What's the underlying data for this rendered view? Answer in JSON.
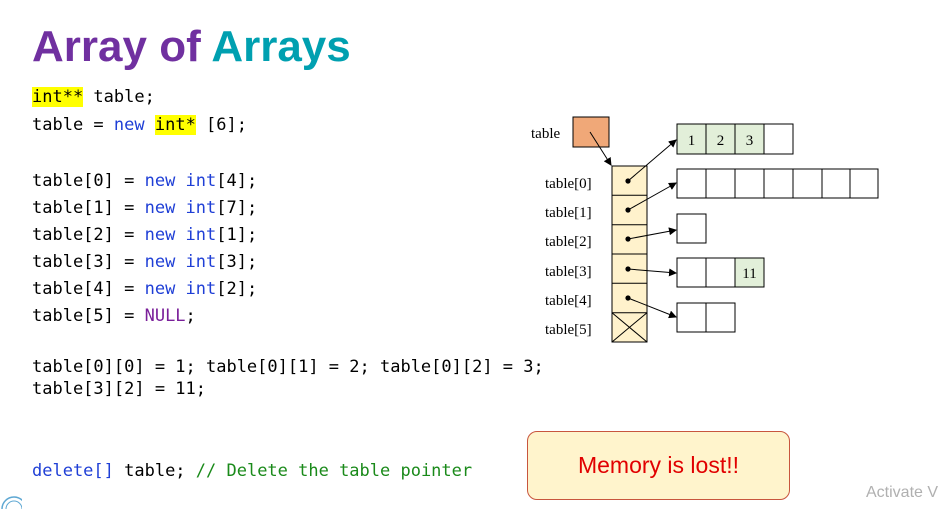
{
  "title": {
    "part1": "Array of ",
    "part2": "Arrays",
    "color1": "#7030a0",
    "color2": "#00a0b0"
  },
  "code": {
    "line1": {
      "type": "int**",
      "rest": " table;"
    },
    "line2": {
      "pre": "table = ",
      "kw": "new",
      "sp": " ",
      "type": "int*",
      "rest": " [6];"
    },
    "allocs": [
      {
        "lhs": "table[0] = ",
        "kw": "new",
        "type": " int",
        "rest": "[4];"
      },
      {
        "lhs": "table[1] = ",
        "kw": "new",
        "type": " int",
        "rest": "[7];"
      },
      {
        "lhs": "table[2] = ",
        "kw": "new",
        "type": " int",
        "rest": "[1];"
      },
      {
        "lhs": "table[3] = ",
        "kw": "new",
        "type": " int",
        "rest": "[3];"
      },
      {
        "lhs": "table[4] = ",
        "kw": "new",
        "type": " int",
        "rest": "[2];"
      }
    ],
    "null_line": {
      "lhs": "table[5] = ",
      "val": "NULL",
      "rest": ";"
    },
    "assign1": "table[0][0] = 1; table[0][1] = 2; table[0][2] = 3;",
    "assign2": "table[3][2] = 11;",
    "delete": {
      "kw": "delete[]",
      "mid": " table; ",
      "comment": "// Delete the table pointer"
    }
  },
  "diagram": {
    "table_label": "table",
    "row_labels": [
      "table[0]",
      "table[1]",
      "table[2]",
      "table[3]",
      "table[4]",
      "table[5]"
    ],
    "row0_values": [
      "1",
      "2",
      "3"
    ],
    "row3_value": "11",
    "colors": {
      "pointer_box": "#f0a878",
      "column": "#fff2cc",
      "filled_cell": "#e2efd9"
    }
  },
  "callout": "Memory is lost!!",
  "watermark": "Activate V"
}
